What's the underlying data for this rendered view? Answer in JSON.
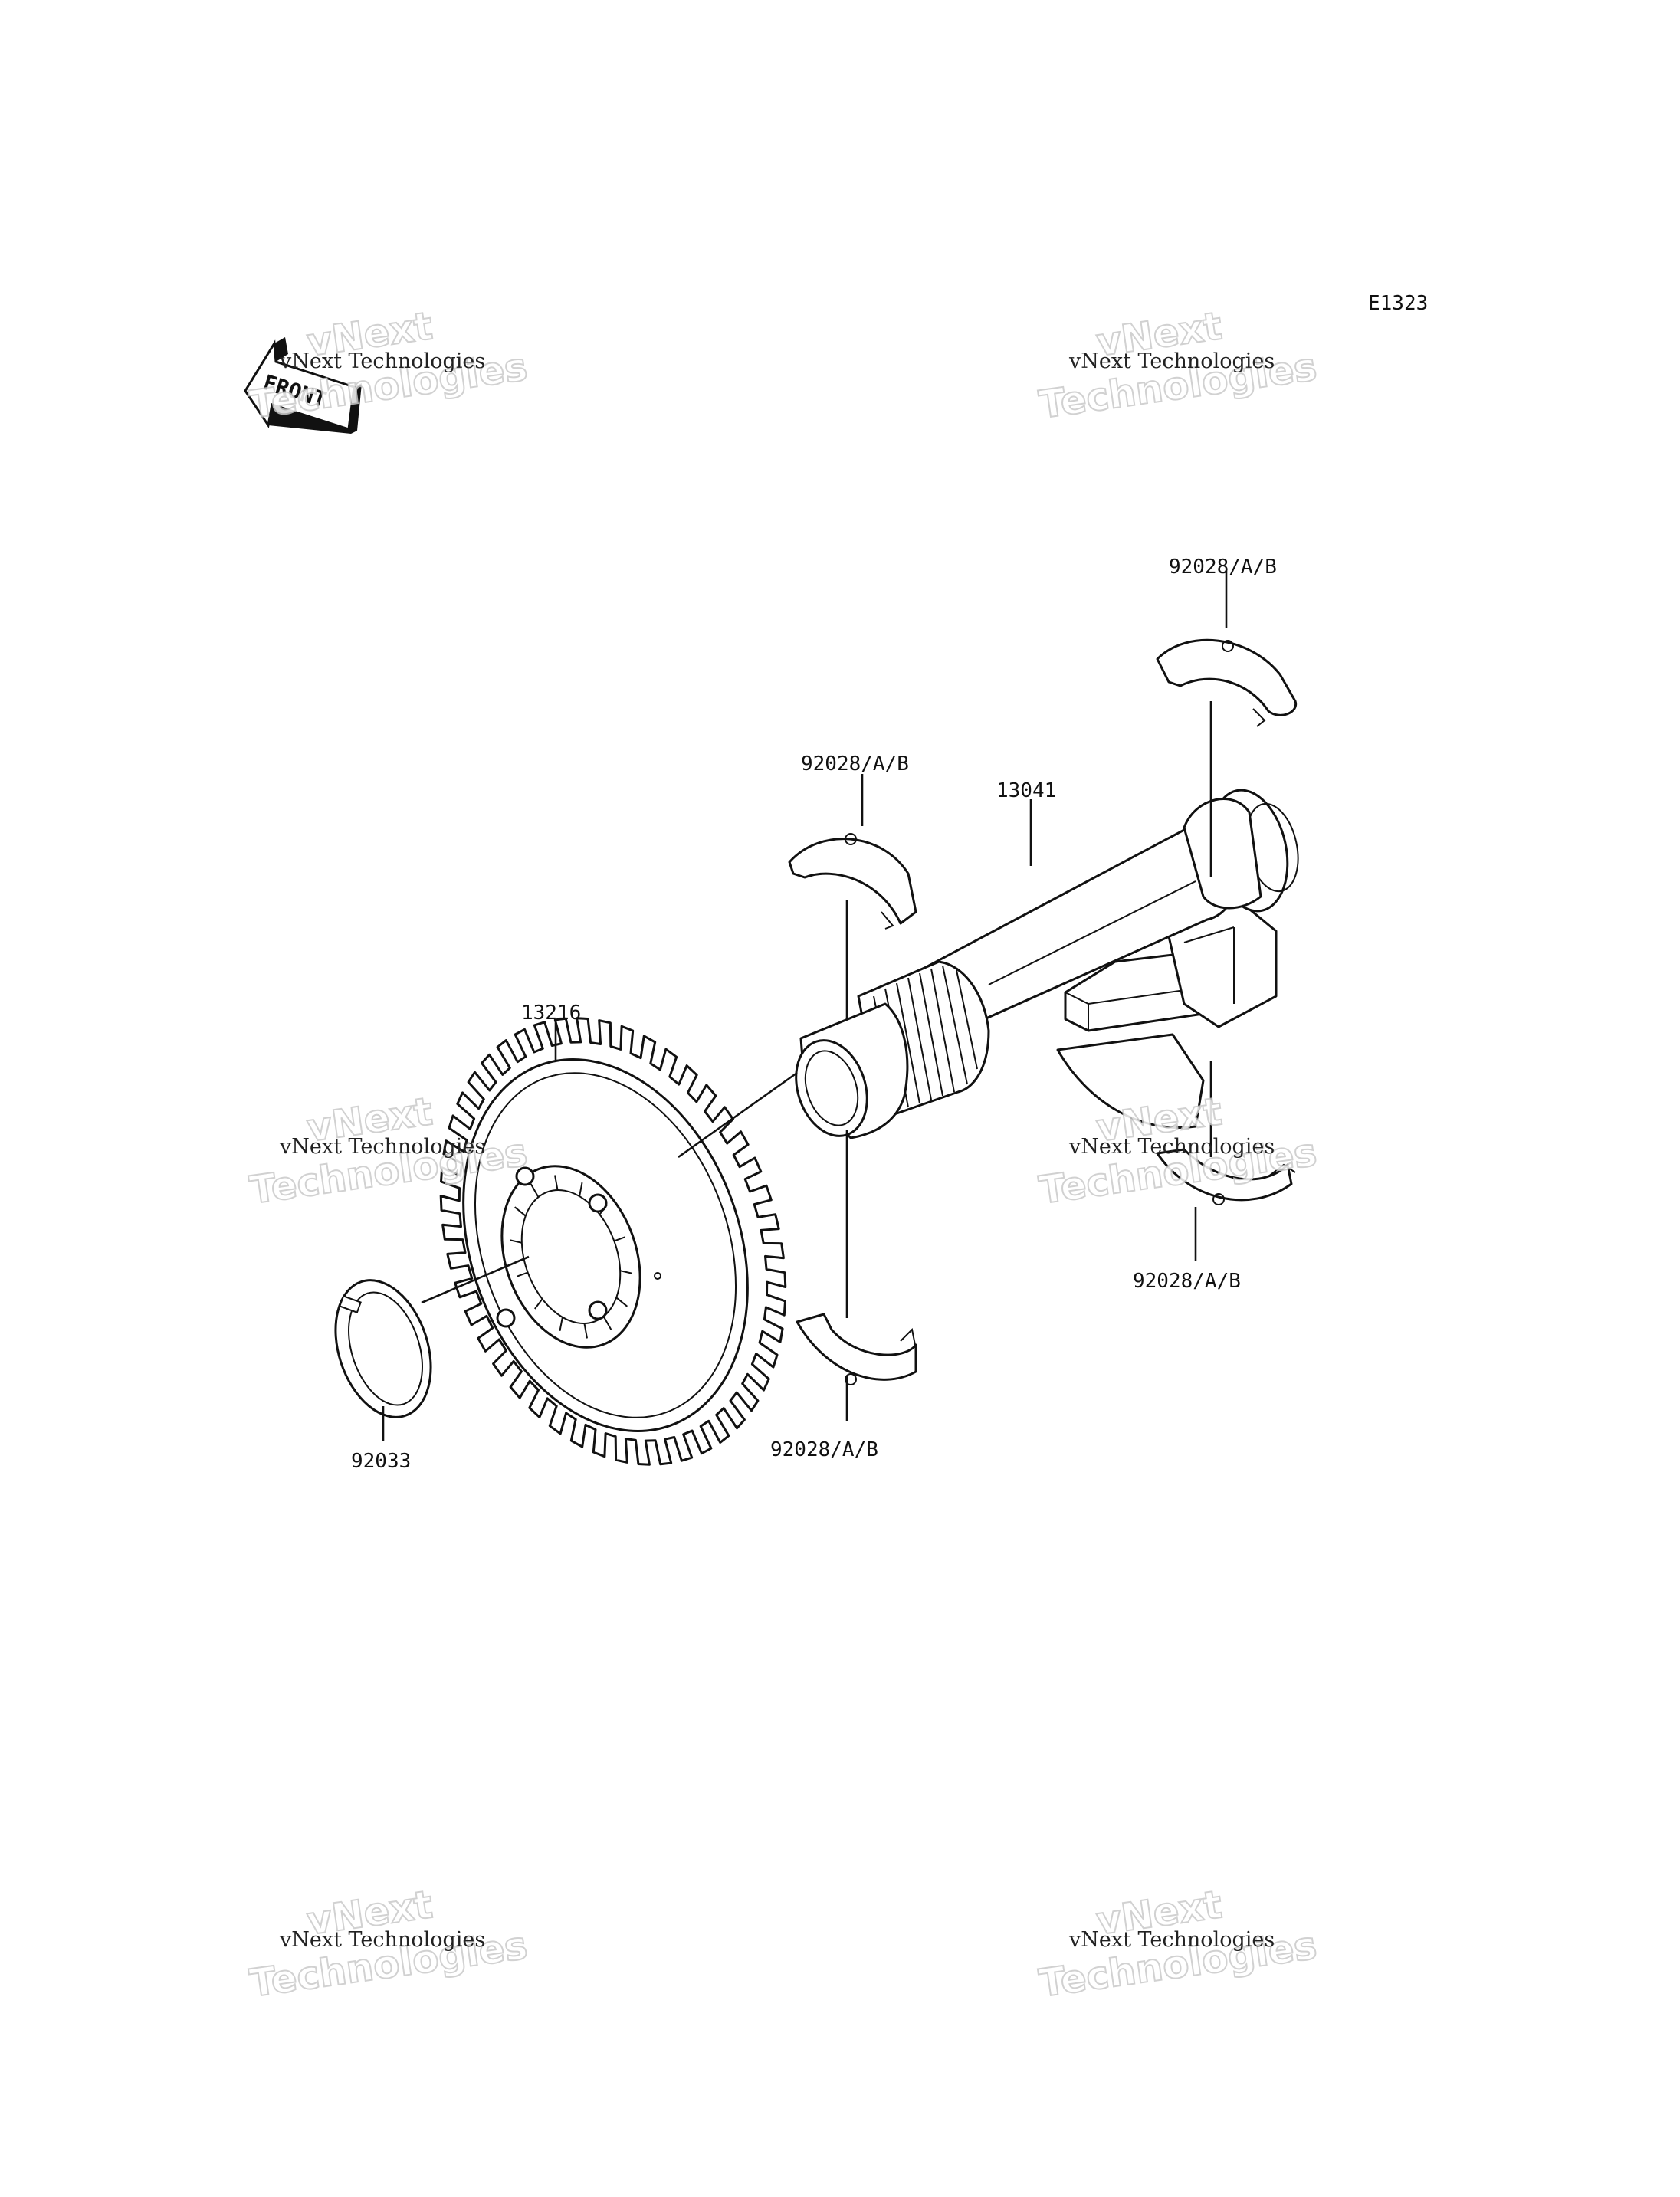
{
  "diagram_code": "E1323",
  "front_label": "FRONT",
  "watermark": {
    "line1": "vNext Technologies",
    "line2a": "vNext",
    "line2b": "Technologies"
  },
  "parts": {
    "shaft": "13041",
    "gear": "13216",
    "circlip": "92033",
    "bearing_top_right": "92028/A/B",
    "bearing_mid_upper": "92028/A/B",
    "bearing_mid_lower": "92028/A/B",
    "bearing_right_lower": "92028/A/B"
  },
  "colors": {
    "ink": "#111111",
    "watermark_outline": "#c9c9c9"
  }
}
